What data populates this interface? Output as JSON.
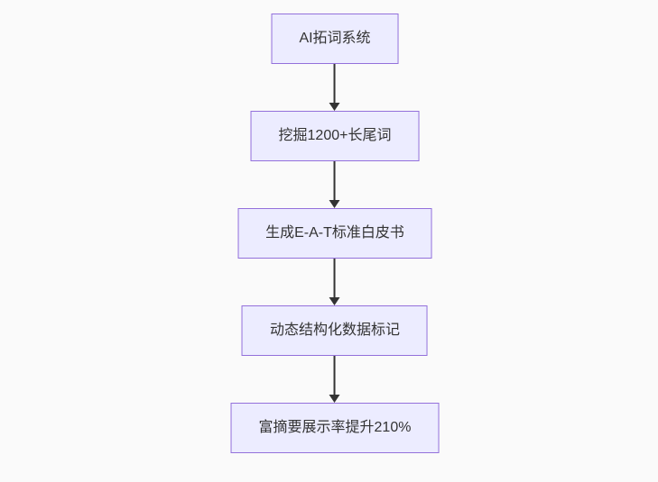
{
  "diagram": {
    "type": "flowchart-top-down",
    "nodes": [
      {
        "id": "node-1",
        "label": "AI拓词系统"
      },
      {
        "id": "node-2",
        "label": "挖掘1200+长尾词"
      },
      {
        "id": "node-3",
        "label": "生成E-A-T标准白皮书"
      },
      {
        "id": "node-4",
        "label": "动态结构化数据标记"
      },
      {
        "id": "node-5",
        "label": "富摘要展示率提升210%"
      }
    ],
    "edges": [
      {
        "from": "node-1",
        "to": "node-2"
      },
      {
        "from": "node-2",
        "to": "node-3"
      },
      {
        "from": "node-3",
        "to": "node-4"
      },
      {
        "from": "node-4",
        "to": "node-5"
      }
    ]
  },
  "colors": {
    "canvas-bg": "#fafafa",
    "node-fill": "#ececff",
    "node-border": "#9370db",
    "node-text": "#333333",
    "arrow": "#333333"
  }
}
